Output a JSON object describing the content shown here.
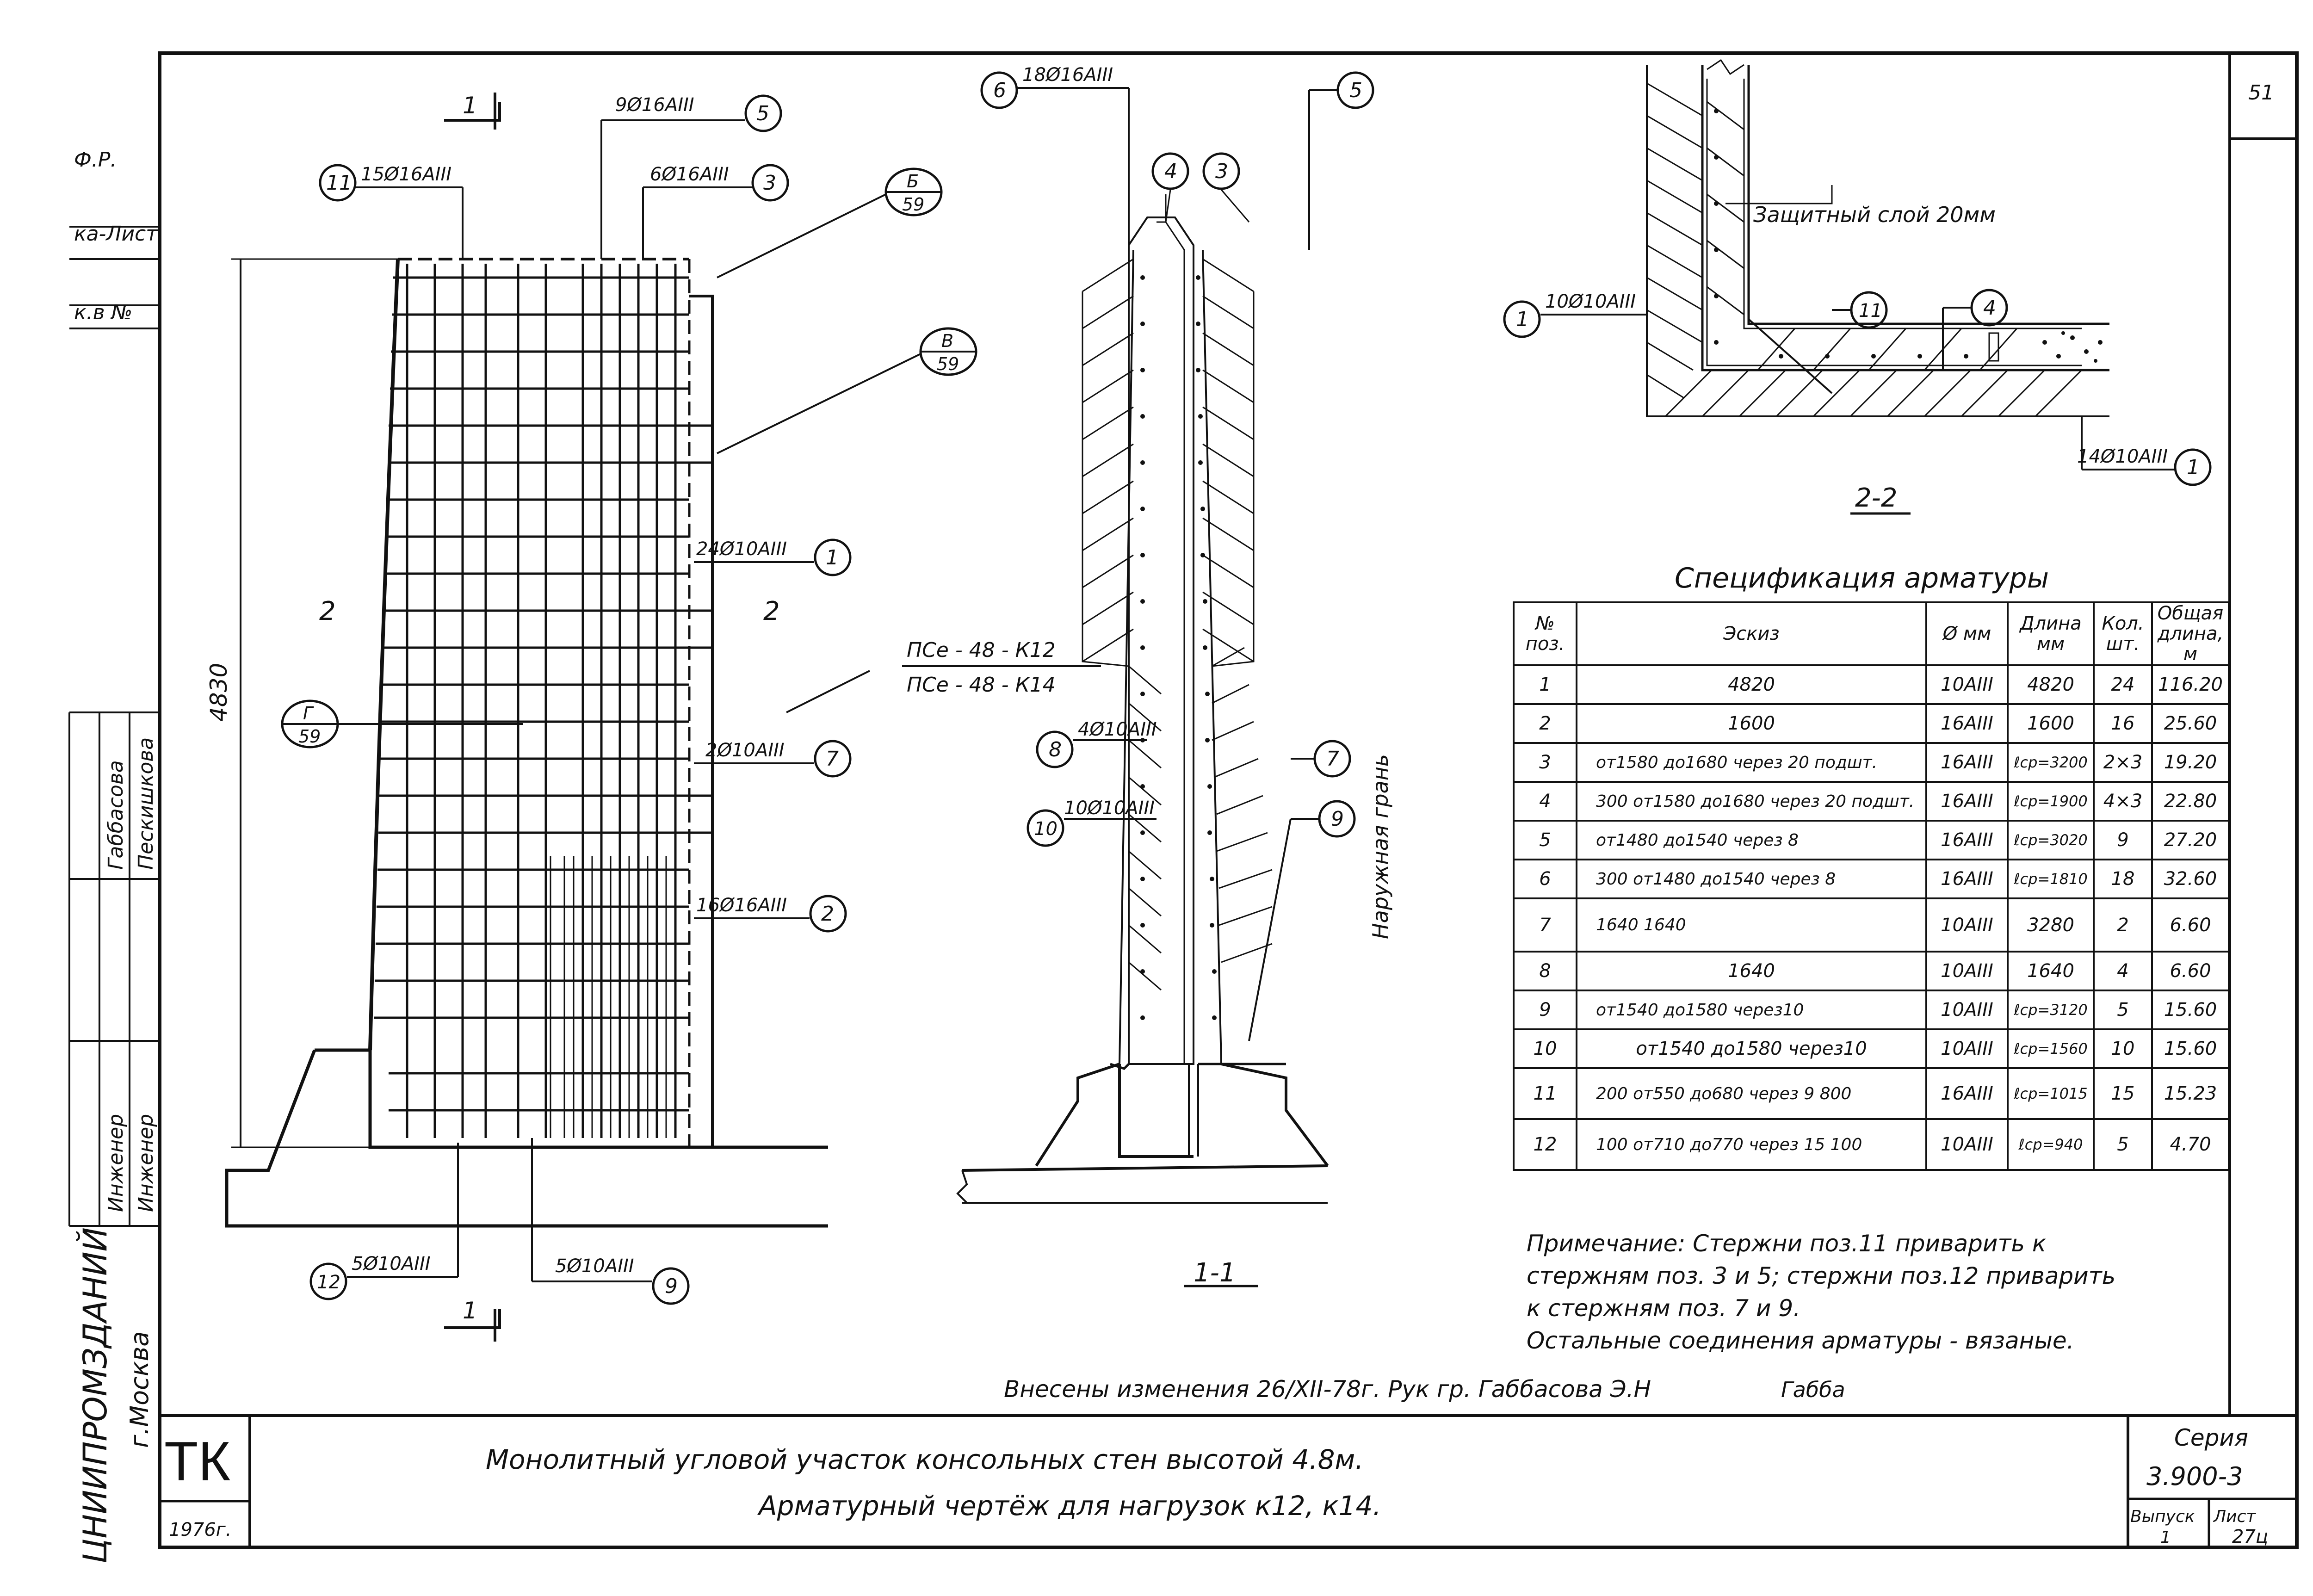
{
  "sheet": {
    "page_number": "51",
    "series_label": "Серия",
    "series_value": "3.900-3",
    "issue_label": "Выпуск",
    "issue_value": "1",
    "sheet_label": "Лист",
    "sheet_value": "27ц",
    "tk_label": "ТК",
    "year": "1976г.",
    "org_name": "ЦНИИПРОМЗДАНИЙ",
    "org_city": "г.Москва",
    "title_line1": "Монолитный угловой участок консольных стен высотой 4.8м.",
    "title_line2": "Арматурный чертёж для нагрузок к12, к14.",
    "changes_note": "Внесены изменения 26/XII-78г. Рук гр. Габбасова Э.Н",
    "changes_signature": "Габба"
  },
  "left_stamp": {
    "fragments": [
      "Ф.Р.",
      "ка-Лист",
      "к.в №"
    ],
    "roles": [
      "Инженер",
      "Инженер"
    ],
    "names": [
      "Пескишкова",
      "Габбасова"
    ]
  },
  "elevation": {
    "section_mark": "1",
    "zone_left": "2",
    "zone_right": "2",
    "height_dim": "4830",
    "panel_marks": [
      "ПСе - 48 - К12",
      "ПСе - 48 - К14"
    ],
    "callouts": [
      {
        "pos": "11",
        "text": "15Ø16АIII"
      },
      {
        "pos": "5",
        "text": "9Ø16АIII"
      },
      {
        "pos": "3",
        "text": "6Ø16АIII"
      },
      {
        "pos": "1",
        "text": "24Ø10АIII"
      },
      {
        "pos": "7",
        "text": "2Ø10АIII"
      },
      {
        "pos": "2",
        "text": "16Ø16АIII"
      },
      {
        "pos": "12",
        "text": "5Ø10АIII"
      },
      {
        "pos": "9",
        "text": "5Ø10АIII"
      }
    ],
    "detail_refs": [
      {
        "top": "Б",
        "bottom": "59"
      },
      {
        "top": "В",
        "bottom": "59"
      },
      {
        "top": "Г",
        "bottom": "59"
      }
    ]
  },
  "section_1_1": {
    "label": "1-1",
    "face_label": "Наружная грань",
    "callouts": [
      {
        "pos": "6",
        "text": "18Ø16АIII"
      },
      {
        "pos": "5",
        "text": ""
      },
      {
        "pos": "4",
        "text": ""
      },
      {
        "pos": "3",
        "text": ""
      },
      {
        "pos": "8",
        "text": "4Ø10АIII"
      },
      {
        "pos": "10",
        "text": "10Ø10АIII"
      },
      {
        "pos": "7",
        "text": ""
      },
      {
        "pos": "9",
        "text": ""
      }
    ]
  },
  "section_2_2": {
    "label": "2-2",
    "cover_note": "Защитный слой 20мм",
    "callouts": [
      {
        "pos": "1",
        "text": "10Ø10АIII"
      },
      {
        "pos": "11",
        "text": ""
      },
      {
        "pos": "4",
        "text": ""
      },
      {
        "pos": "1",
        "text": "14Ø10АIII"
      }
    ]
  },
  "spec": {
    "title": "Спецификация арматуры",
    "headers": [
      "№ поз.",
      "Эскиз",
      "Ø мм",
      "Длина мм",
      "Кол. шт.",
      "Общая длина, м"
    ],
    "rows": [
      {
        "pos": "1",
        "sketch": "4820",
        "dia": "10АIII",
        "len": "4820",
        "qty": "24",
        "total": "116.20"
      },
      {
        "pos": "2",
        "sketch": "1600",
        "dia": "16АIII",
        "len": "1600",
        "qty": "16",
        "total": "25.60"
      },
      {
        "pos": "3",
        "sketch": "от1580 до1680 через 20 подшт.",
        "dia": "16АIII",
        "len": "ℓср=3200",
        "qty": "2×3",
        "total": "19.20"
      },
      {
        "pos": "4",
        "sketch": "300 от1580 до1680 через 20 подшт.",
        "dia": "16АIII",
        "len": "ℓср=1900",
        "qty": "4×3",
        "total": "22.80"
      },
      {
        "pos": "5",
        "sketch": "от1480 до1540 через 8",
        "dia": "16АIII",
        "len": "ℓср=3020",
        "qty": "9",
        "total": "27.20"
      },
      {
        "pos": "6",
        "sketch": "300 от1480 до1540 через 8",
        "dia": "16АIII",
        "len": "ℓср=1810",
        "qty": "18",
        "total": "32.60"
      },
      {
        "pos": "7",
        "sketch": "1640 1640",
        "dia": "10АIII",
        "len": "3280",
        "qty": "2",
        "total": "6.60"
      },
      {
        "pos": "8",
        "sketch": "1640",
        "dia": "10АIII",
        "len": "1640",
        "qty": "4",
        "total": "6.60"
      },
      {
        "pos": "9",
        "sketch": "от1540 до1580 через10",
        "dia": "10АIII",
        "len": "ℓср=3120",
        "qty": "5",
        "total": "15.60"
      },
      {
        "pos": "10",
        "sketch": "от1540 до1580 через10",
        "dia": "10АIII",
        "len": "ℓср=1560",
        "qty": "10",
        "total": "15.60"
      },
      {
        "pos": "11",
        "sketch": "200 от550 до680 через 9 800",
        "dia": "16АIII",
        "len": "ℓср=1015",
        "qty": "15",
        "total": "15.23"
      },
      {
        "pos": "12",
        "sketch": "100 от710 до770 через 15 100",
        "dia": "10АIII",
        "len": "ℓср=940",
        "qty": "5",
        "total": "4.70"
      }
    ]
  },
  "notes": {
    "line1": "Примечание: Стержни поз.11 приварить к",
    "line2": "стержням поз. 3 и 5; стержни поз.12 приварить",
    "line3": "к стержням поз. 7 и 9.",
    "line4": "Остальные соединения арматуры - вязаные."
  }
}
